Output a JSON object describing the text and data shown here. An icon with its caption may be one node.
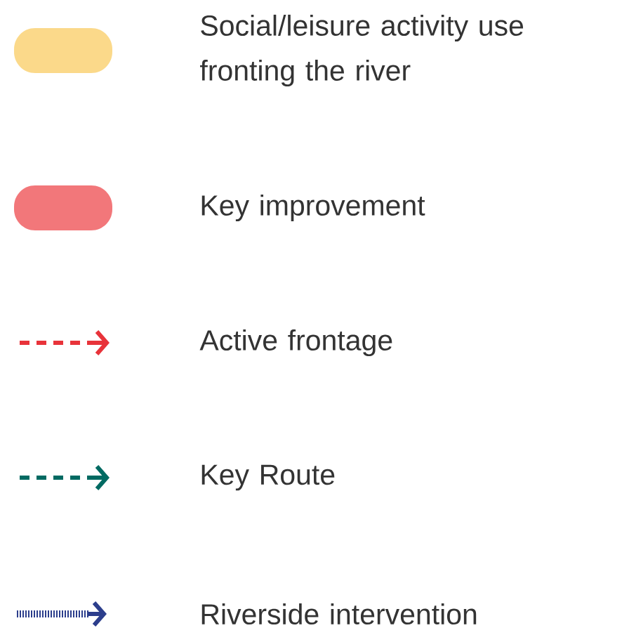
{
  "diagram": {
    "legend": [
      {
        "text": "Social/leisure activity use fronting the river",
        "color": "#fbd98a"
      },
      {
        "text": "Key improvement",
        "color": "#f2777a"
      },
      {
        "text": "Active frontage"
      },
      {
        "text": "Key Route"
      },
      {
        "text": "Riverside intervention"
      }
    ]
  }
}
